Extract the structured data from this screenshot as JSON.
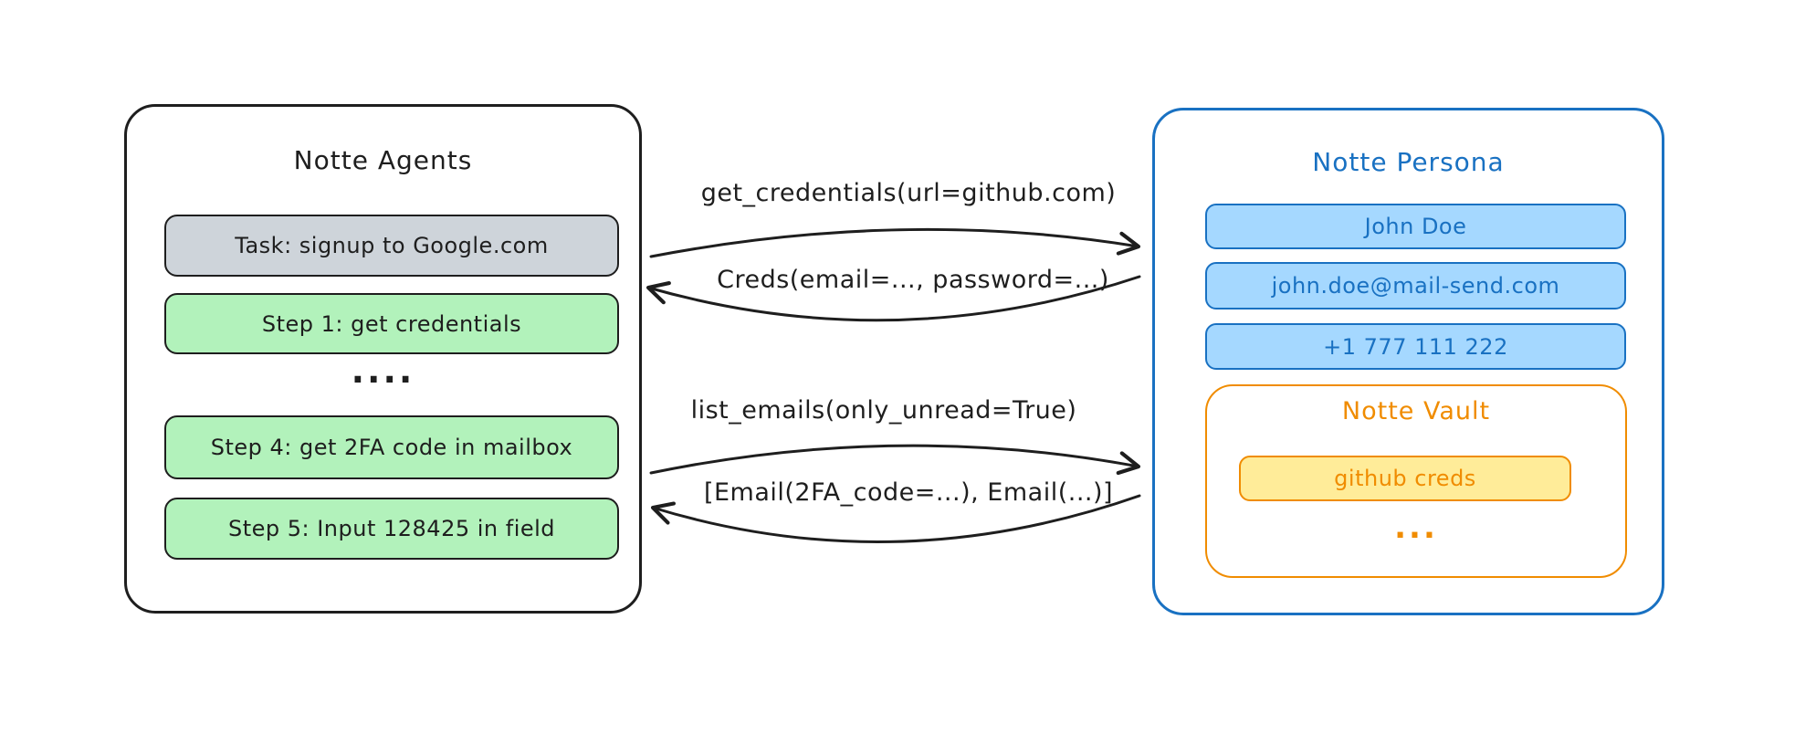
{
  "colors": {
    "ink": "#1e1e1e",
    "gray_fill": "#ced4da",
    "green_fill": "#b2f2bb",
    "blue_stroke": "#1971c2",
    "blue_fill": "#a5d8ff",
    "orange_stroke": "#f08c00",
    "yellow_fill": "#ffec99",
    "background": "#ffffff"
  },
  "agents": {
    "title": "Notte Agents",
    "task": "Task: signup to Google.com",
    "steps": [
      "Step 1: get credentials",
      "Step 4: get 2FA code in mailbox",
      "Step 5: Input 128425 in field"
    ],
    "dots": "...."
  },
  "persona": {
    "title": "Notte Persona",
    "name": "John Doe",
    "email": "john.doe@mail-send.com",
    "phone": "+1 777 111 222",
    "vault": {
      "title": "Notte Vault",
      "item": "github creds",
      "dots": "..."
    }
  },
  "messages": {
    "top_request": "get_credentials(url=github.com)",
    "top_response": "Creds(email=..., password=...)",
    "bottom_request": "list_emails(only_unread=True)",
    "bottom_response": "[Email(2FA_code=...), Email(...)]"
  }
}
